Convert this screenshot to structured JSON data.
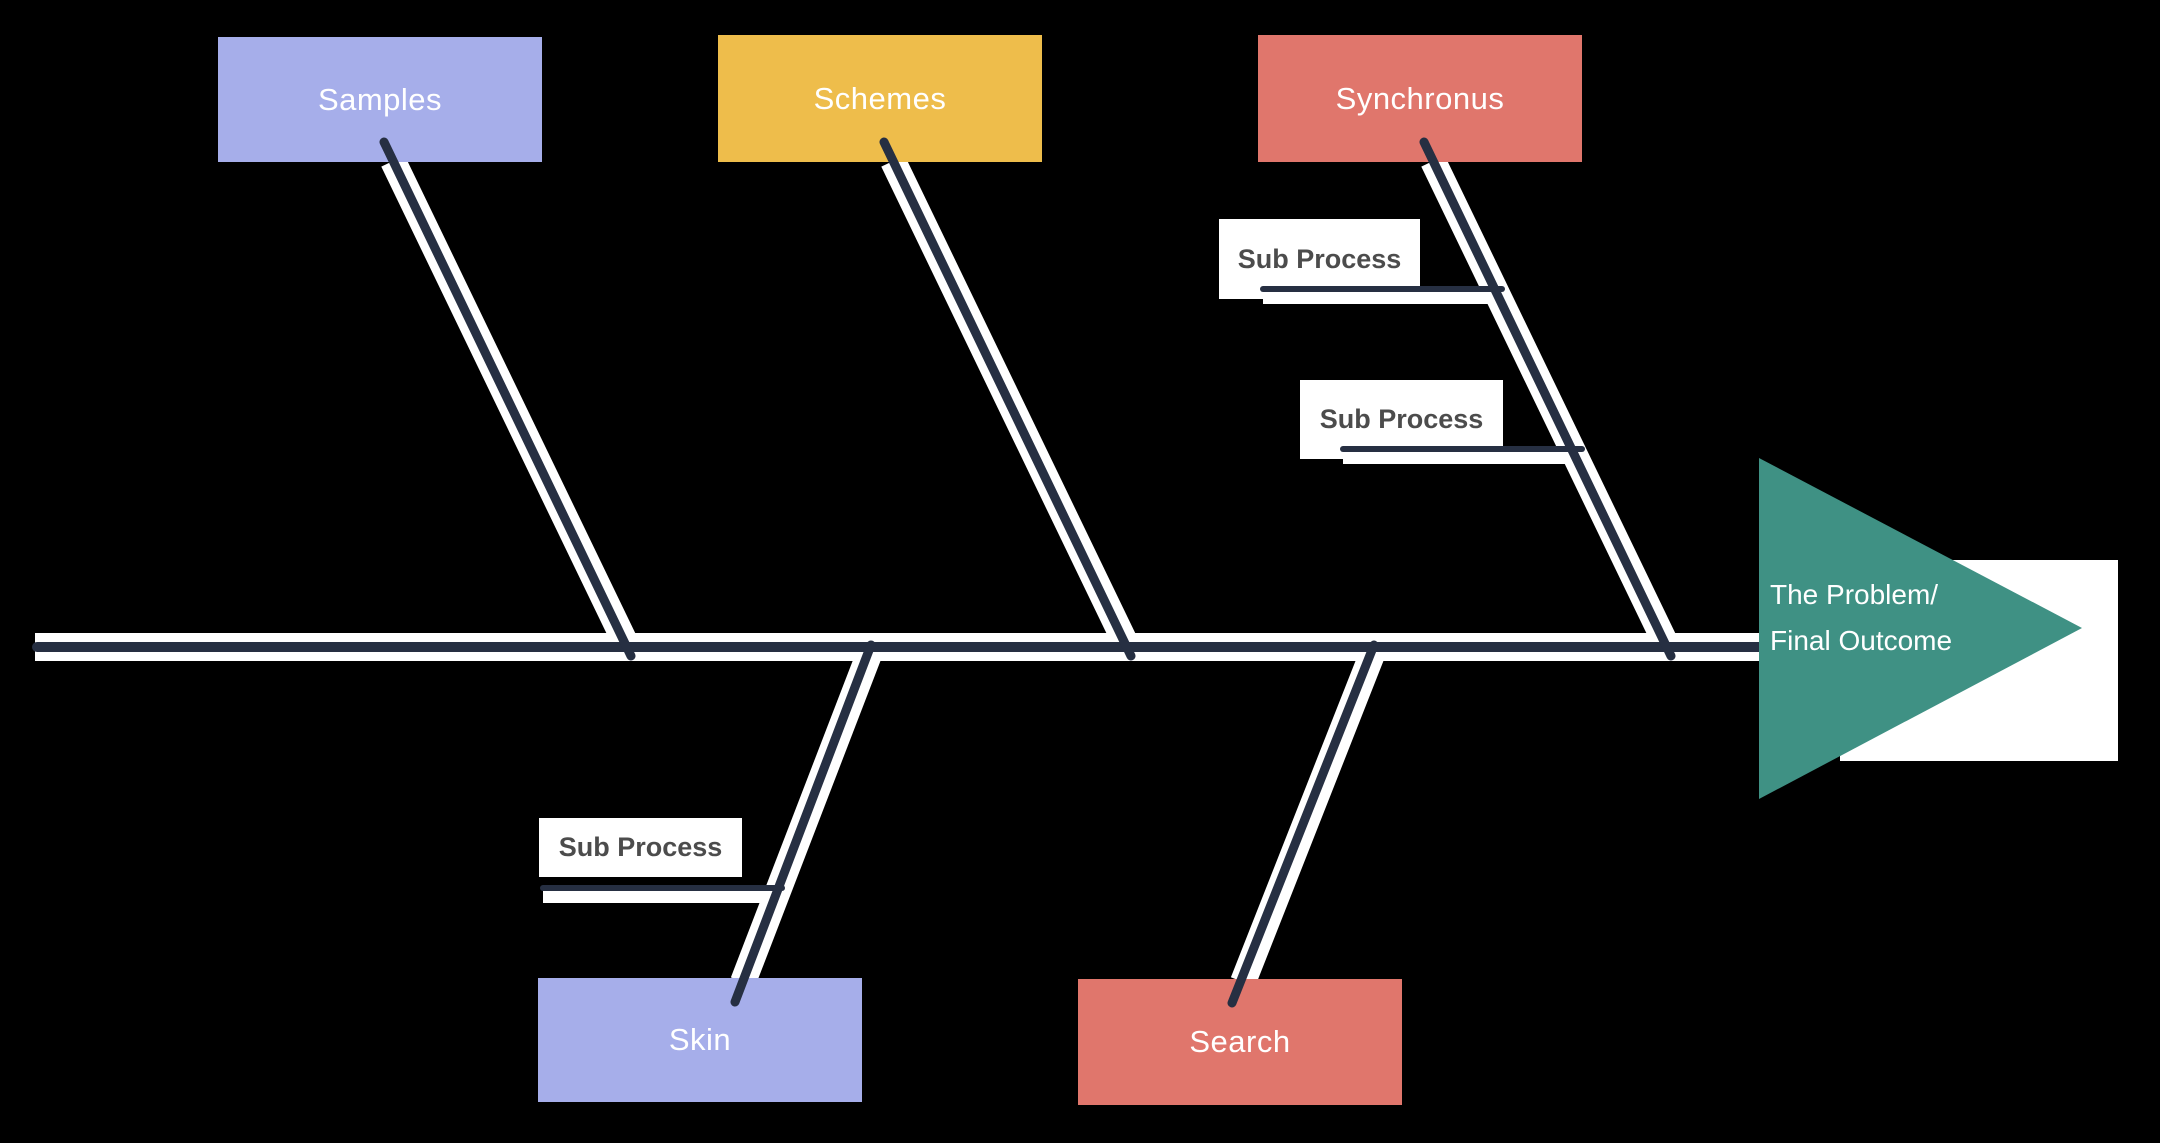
{
  "diagram": {
    "type": "fishbone",
    "background_color": "#000000",
    "line_color": "#262f42",
    "line_casing_color": "#ffffff",
    "categories": [
      {
        "id": "samples",
        "label": "Samples",
        "color": "#a6aeea",
        "position": "top"
      },
      {
        "id": "schemes",
        "label": "Schemes",
        "color": "#eebd4b",
        "position": "top"
      },
      {
        "id": "synchronus",
        "label": "Synchronus",
        "color": "#e0766c",
        "position": "top"
      },
      {
        "id": "skin",
        "label": "Skin",
        "color": "#a6aeea",
        "position": "bottom"
      },
      {
        "id": "search",
        "label": "Search",
        "color": "#e0766c",
        "position": "bottom"
      }
    ],
    "sub_processes": [
      {
        "id": "synchronus-sub-1",
        "label": "Sub Process",
        "parent": "synchronus"
      },
      {
        "id": "synchronus-sub-2",
        "label": "Sub Process",
        "parent": "synchronus"
      },
      {
        "id": "skin-sub-1",
        "label": "Sub Process",
        "parent": "skin"
      }
    ],
    "outcome": {
      "label_line1": "The Problem/",
      "label_line2": "Final Outcome",
      "arrow_color": "#3f9184",
      "text_color": "#ffffff",
      "backdrop_color": "#ffffff"
    }
  }
}
